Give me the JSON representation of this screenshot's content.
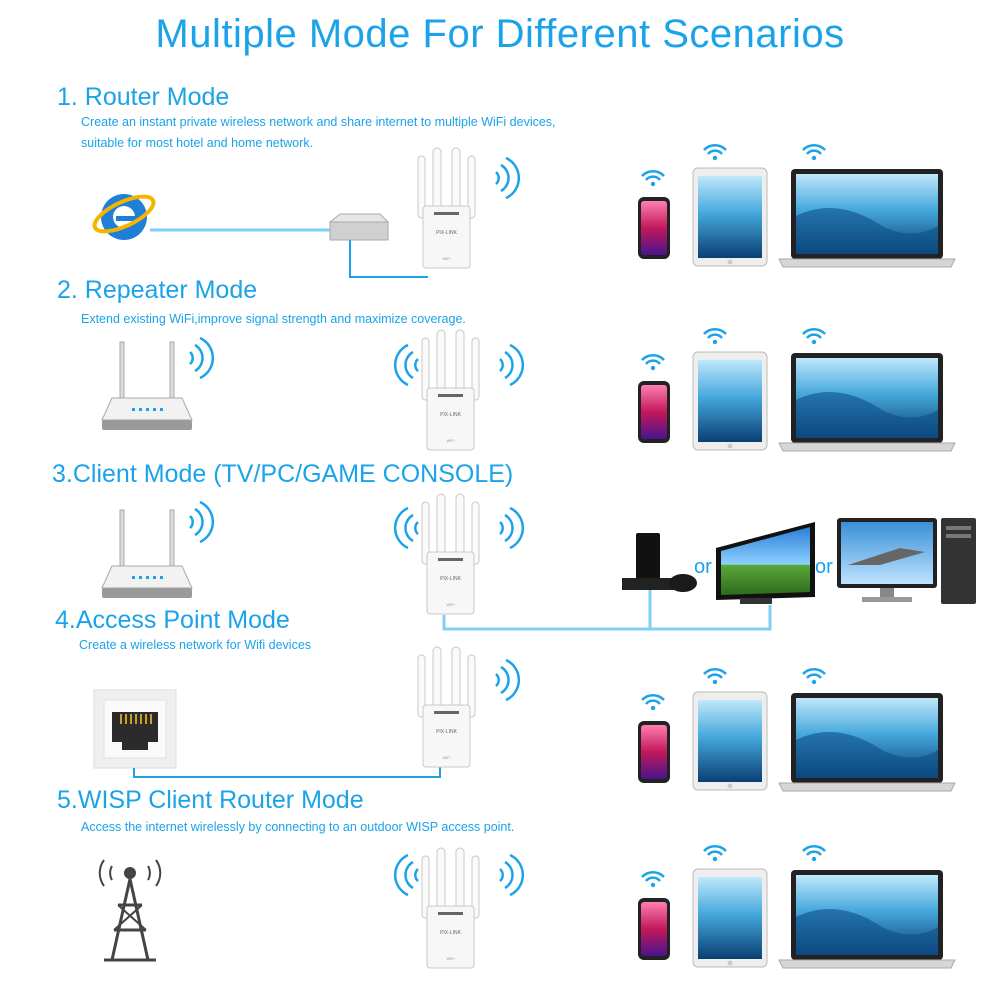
{
  "title": "Multiple Mode For Different Scenarios",
  "modes": [
    {
      "title": "1. Router Mode",
      "desc_line1": "Create an instant private wireless network and share internet to multiple WiFi devices,",
      "desc_line2": "suitable for most hotel and home network."
    },
    {
      "title": "2. Repeater Mode",
      "desc_line1": "Extend existing WiFi,improve signal strength and maximize coverage."
    },
    {
      "title": "3.Client Mode (TV/PC/GAME CONSOLE)"
    },
    {
      "title": "4.Access Point Mode",
      "desc_line1": "Create a wireless network for Wifi devices"
    },
    {
      "title": "5.WISP Client Router Mode",
      "desc_line1": "Access the internet wirelessly by connecting to an outdoor WISP access point."
    }
  ],
  "or_label": "or",
  "device_brand": "PIX-LINK",
  "colors": {
    "accent": "#1aa3e8",
    "device": "#f4f4f4"
  }
}
